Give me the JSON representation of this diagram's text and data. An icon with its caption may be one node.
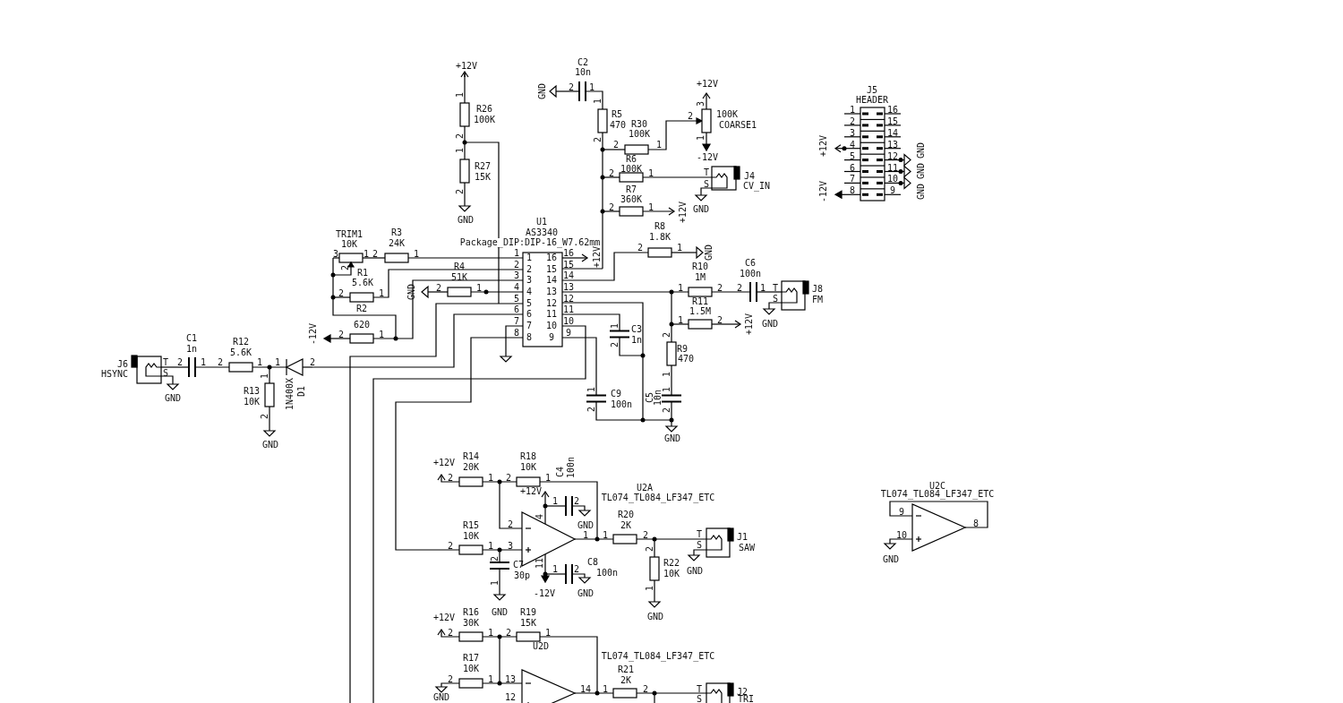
{
  "diagram": {
    "labels": [
      "+12V",
      "1",
      "R26",
      "100K",
      "2",
      "1",
      "R27",
      "15K",
      "2",
      "GND",
      "C2",
      "10n",
      "GND",
      "2",
      "1",
      "1",
      "R5",
      "470",
      "2",
      "R30",
      "100K",
      "2",
      "1",
      "+12V",
      "3",
      "2",
      "1",
      "100K",
      "COARSE1",
      "R6",
      "100K",
      "-12V",
      "2",
      "1",
      "T",
      "S",
      "J4",
      "CV_IN",
      "GND",
      "R7",
      "360K",
      "2",
      "1",
      "+12V",
      "R8",
      "1.8K",
      "2",
      "1",
      "GND",
      "U1",
      "AS3340",
      "Package_DIP:DIP-16_W7.62mm",
      "1",
      "1",
      "16",
      "16",
      "2",
      "2",
      "15",
      "15",
      "3",
      "3",
      "14",
      "14",
      "4",
      "4",
      "13",
      "13",
      "5",
      "5",
      "12",
      "12",
      "6",
      "6",
      "11",
      "11",
      "7",
      "7",
      "10",
      "10",
      "8",
      "8",
      "9",
      "9",
      "+12V",
      "TRIM1",
      "10K",
      "3",
      "1",
      "2",
      "R3",
      "24K",
      "2",
      "1",
      "R1",
      "5.6K",
      "2",
      "1",
      "R2",
      "620",
      "-12V",
      "2",
      "1",
      "R4",
      "51K",
      "GND",
      "2",
      "1",
      "J6",
      "HSYNC",
      "T",
      "S",
      "GND",
      "C1",
      "1n",
      "2",
      "1",
      "R12",
      "5.6K",
      "2",
      "1",
      "1",
      "2",
      "D1",
      "1N400X",
      "1",
      "R13",
      "10K",
      "2",
      "GND",
      "C3",
      "1n",
      "1",
      "2",
      "C9",
      "100n",
      "1",
      "2",
      "C5",
      "10n",
      "1",
      "2",
      "GND",
      "2",
      "R9",
      "470",
      "1",
      "R10",
      "1M",
      "1",
      "2",
      "R11",
      "1.5M",
      "1",
      "2",
      "+12V",
      "C6",
      "100n",
      "2",
      "1",
      "T",
      "S",
      "J8",
      "FM",
      "GND",
      "J5",
      "HEADER",
      "1",
      "16",
      "2",
      "15",
      "3",
      "14",
      "4",
      "13",
      "5",
      "12",
      "6",
      "11",
      "7",
      "10",
      "8",
      "9",
      "+12V",
      "-12V",
      "GND",
      "GND",
      "GND",
      "+12V",
      "R14",
      "20K",
      "2",
      "1",
      "2",
      "R18",
      "10K",
      "1",
      "+12V",
      "C4",
      "100n",
      "1",
      "2",
      "2",
      "3",
      "4",
      "GND",
      "11",
      "1",
      "R15",
      "10K",
      "2",
      "1",
      "2",
      "1",
      "C7",
      "30p",
      "GND",
      "-12V",
      "C8",
      "100n",
      "1",
      "2",
      "GND",
      "U2A",
      "TL074_TL084_LF347_ETC",
      "R20",
      "2K",
      "1",
      "2",
      "2",
      "R22",
      "10K",
      "1",
      "GND",
      "T",
      "S",
      "GND",
      "J1",
      "SAW",
      "+12V",
      "R16",
      "30K",
      "2",
      "1",
      "2",
      "R19",
      "15K",
      "1",
      "U2D",
      "R17",
      "TL074_TL084_LF347_ETC",
      "10K",
      "2",
      "1",
      "13",
      "GND",
      "12",
      "14",
      "R21",
      "2K",
      "1",
      "2",
      "T",
      "S",
      "J2",
      "TRI",
      "U2C",
      "TL074_TL084_LF347_ETC",
      "9",
      "10",
      "8",
      "GND"
    ]
  }
}
